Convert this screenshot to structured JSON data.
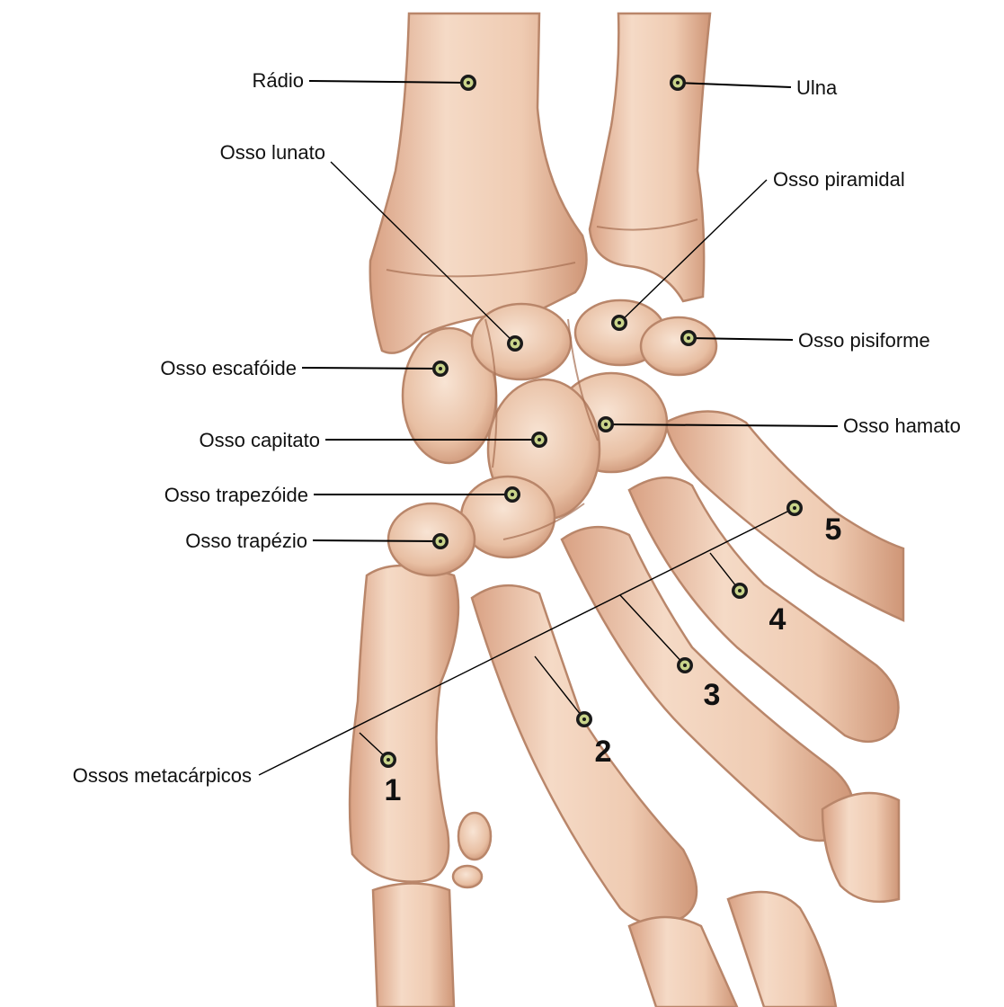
{
  "labels": {
    "radio": "Rádio",
    "ulna": "Ulna",
    "lunato": "Osso lunato",
    "piramidal": "Osso piramidal",
    "pisiforme": "Osso pisiforme",
    "escafoide": "Osso escafóide",
    "hamato": "Osso hamato",
    "capitato": "Osso capitato",
    "trapezoide": "Osso trapezóide",
    "trapezio": "Osso trapézio",
    "metacarpicos": "Ossos metacárpicos"
  },
  "metacarpal_numbers": [
    "1",
    "2",
    "3",
    "4",
    "5"
  ],
  "colors": {
    "bone_light": "#f4d8c4",
    "bone_mid": "#e7b99c",
    "bone_shadow": "#c98f72",
    "outline": "#b9866a",
    "marker_fill": "#c9d48a",
    "text": "#111111"
  }
}
